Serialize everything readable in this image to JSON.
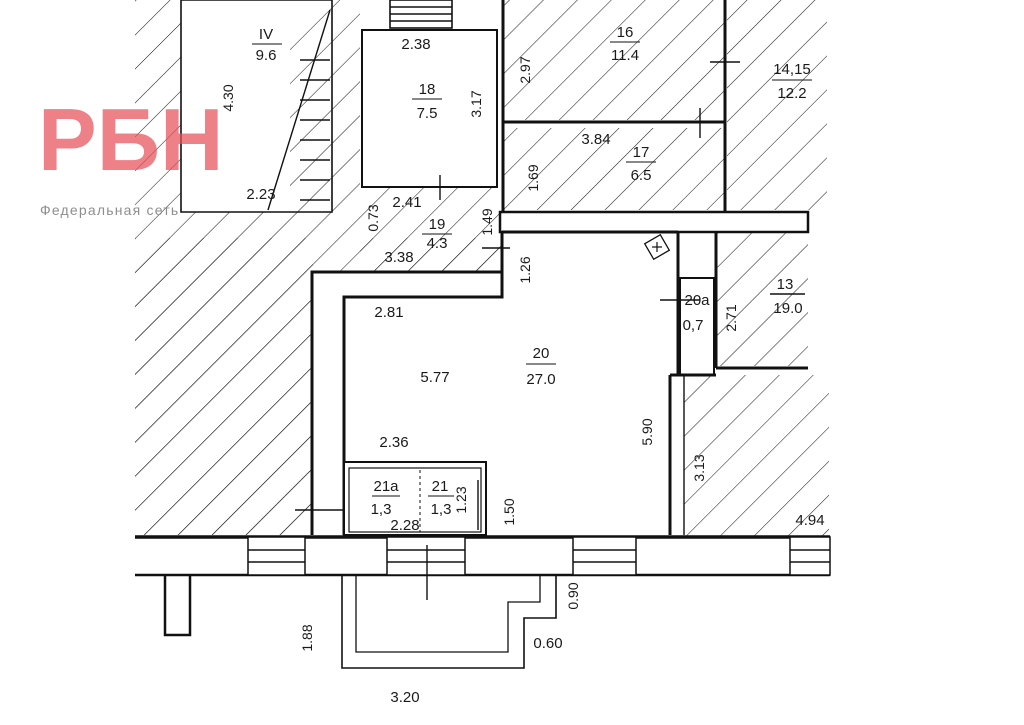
{
  "brand": {
    "logo_text": "РБН",
    "subtitle": "Федеральная  сеть",
    "accent": "#e8505b"
  },
  "rooms": [
    {
      "id": "IV",
      "area": "9.6"
    },
    {
      "id": "16",
      "area": "11.4"
    },
    {
      "id": "14,15",
      "area": "12.2"
    },
    {
      "id": "18",
      "area": "7.5"
    },
    {
      "id": "17",
      "area": "6.5"
    },
    {
      "id": "19",
      "area": "4.3"
    },
    {
      "id": "20",
      "area": "27.0"
    },
    {
      "id": "20а",
      "area": "0,7"
    },
    {
      "id": "13",
      "area": "19.0"
    },
    {
      "id": "21а",
      "area": "1,3"
    },
    {
      "id": "21",
      "area": "1,3"
    }
  ],
  "dimensions": {
    "d_4_30": "4.30",
    "d_2_23": "2.23",
    "d_2_38": "2.38",
    "d_3_17": "3.17",
    "d_2_97": "2.97",
    "d_3_84": "3.84",
    "d_1_69": "1.69",
    "d_0_73": "0.73",
    "d_2_41": "2.41",
    "d_1_49": "1.49",
    "d_3_38": "3.38",
    "d_1_26": "1.26",
    "d_2_81": "2.81",
    "d_5_77": "5.77",
    "d_2_71": "2.71",
    "d_5_90": "5.90",
    "d_2_36": "2.36",
    "d_3_13": "3.13",
    "d_1_23": "1.23",
    "d_1_50": "1.50",
    "d_2_28": "2.28",
    "d_4_94": "4.94",
    "d_0_90": "0.90",
    "d_0_60": "0.60",
    "d_1_88": "1.88",
    "d_3_20": "3.20"
  }
}
